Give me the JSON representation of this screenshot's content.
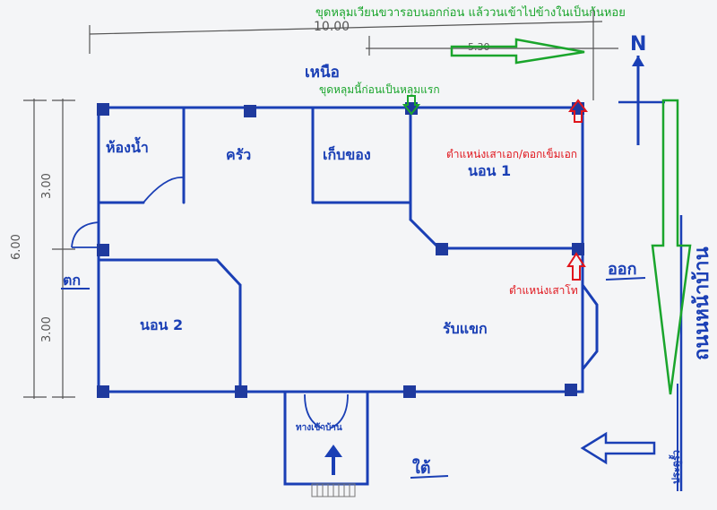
{
  "colors": {
    "ink": "#1a3fb5",
    "pencil": "#555555",
    "green": "#1aa52c",
    "red": "#e0151c",
    "paper": "#f4f5f7",
    "post": "#1f3a9e"
  },
  "dimensions": {
    "overall_width": "10.00",
    "partial_width": "5.30",
    "overall_depth": "6.00",
    "upper_depth": "3.00",
    "lower_depth": "3.00"
  },
  "compass": {
    "north_letter": "N"
  },
  "directions": {
    "north": "เหนือ",
    "south": "ใต้",
    "east": "ออก",
    "west": "ตก"
  },
  "rooms": {
    "bathroom": "ห้องน้ำ",
    "kitchen": "ครัว",
    "storage": "เก็บของ",
    "bedroom1": "นอน 1",
    "bedroom2": "นอน 2",
    "living": "รับแขก",
    "entrance": "ทางเข้าบ้าน"
  },
  "road_label": "ถนนหน้าบ้าน",
  "side_road_label": "ประตูรั้ว",
  "annotations": {
    "dig_order": "ขุดหลุมเวียนขวารอบนอกก่อน แล้ววนเข้าไปข้างในเป็นก้นหอย",
    "first_hole": "ขุดหลุมนี้ก่อนเป็นหลุมแรก",
    "main_post": "ตำแหน่งเสาเอก/ตอกเข็มเอก",
    "second_post": "ตำแหน่งเสาโท"
  }
}
